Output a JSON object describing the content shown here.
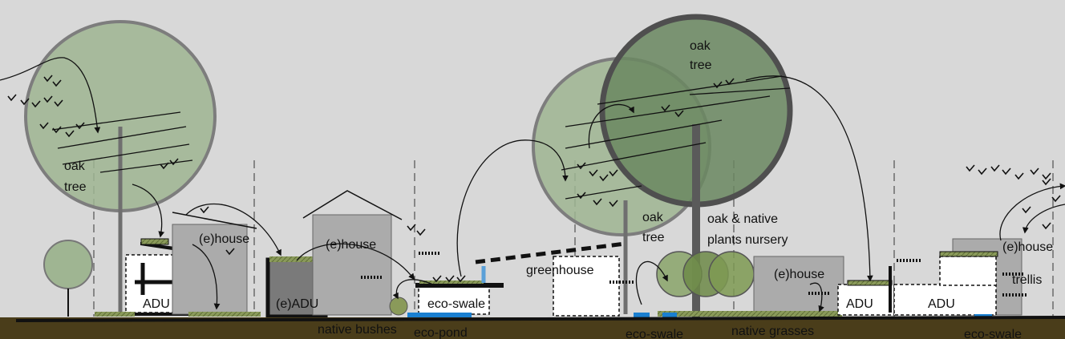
{
  "colors": {
    "sky": "#d8d8d8",
    "ground": "#4a3d1a",
    "tree_light": "#9fb592",
    "tree_dark": "#6a8760",
    "tree_outline": "#7d7d7d",
    "house_gray": "#ababab",
    "green_roof": "#8a9a5a",
    "water": "#1a7fd0"
  },
  "labels": {
    "oak_tree_left_1": "oak",
    "oak_tree_left_2": "tree",
    "oak_tree_top_1": "oak",
    "oak_tree_top_2": "tree",
    "oak_tree_mid_1": "oak",
    "oak_tree_mid_2": "tree",
    "adu_left": "ADU",
    "ehouse_1": "(e)house",
    "eadu": "(e)ADU",
    "ehouse_2": "(e)house",
    "eco_swale_box": "eco-swale",
    "native_bushes": "native bushes",
    "eco_pond": "eco-pond",
    "greenhouse": "greenhouse",
    "nursery_1": "oak & native",
    "nursery_2": "plants nursery",
    "ehouse_3": "(e)house",
    "eco_swale_mid": "eco-swale",
    "native_grasses": "native grasses",
    "adu_right_1": "ADU",
    "adu_right_2": "ADU",
    "ehouse_4": "(e)house",
    "trellis": "trellis",
    "eco_swale_right": "eco-swale"
  }
}
